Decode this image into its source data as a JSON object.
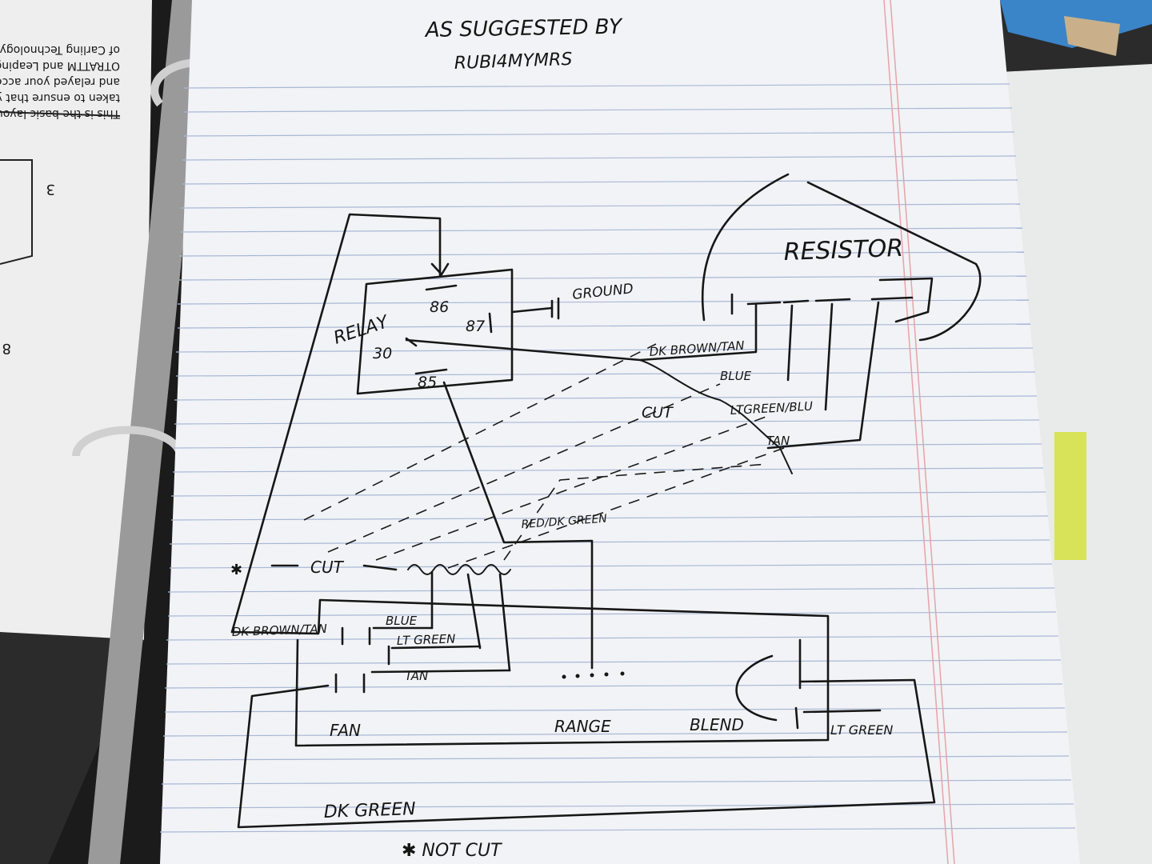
{
  "photo": {
    "subject": "Hand-drawn wiring diagram on lined paper in a binder",
    "colors": {
      "background": "#2b2b2b",
      "paper": "#f2f3f6",
      "rule_line": "#a9b8d6",
      "margin_line": "#e6a3a8",
      "ink": "#161616",
      "binder": "#1b1b1b",
      "ring": "#c9c9c9"
    }
  },
  "sheet": {
    "title_line1": "AS  SUGGESTED  BY",
    "title_line2": "RUBI4MYMRS",
    "footnote": "✱ NOT   CUT"
  },
  "diagram": {
    "relay_label": "RELAY",
    "pins": {
      "p86": "86",
      "p87": "87",
      "p30": "30",
      "p85": "85"
    },
    "ground_label": "GROUND",
    "resistor_label": "RESISTOR",
    "cut_label_upper": "CUT",
    "cut_label_lower": "CUT",
    "wires_upper": [
      "DK BROWN/TAN",
      "BLUE",
      "LTGREEN/BLU",
      "TAN"
    ],
    "red_dk_green": "RED/DK GREEN",
    "wires_lower": [
      "DK BROWN/TAN",
      "BLUE",
      "LT GREEN",
      "TAN"
    ],
    "control_labels": {
      "fan": "FAN",
      "range": "RANGE",
      "blend": "BLEND",
      "lt_green_right": "LT GREEN"
    },
    "dk_green": "DK GREEN"
  },
  "left_page": {
    "mirrored_lines": [
      "This is the basic layout of",
      "taken to ensure that you, t",
      "and relayed your accesso",
      "OTRATTM and Leaping St",
      "of Carling Technology switc"
    ],
    "num_3": "3",
    "num_8": "8"
  }
}
